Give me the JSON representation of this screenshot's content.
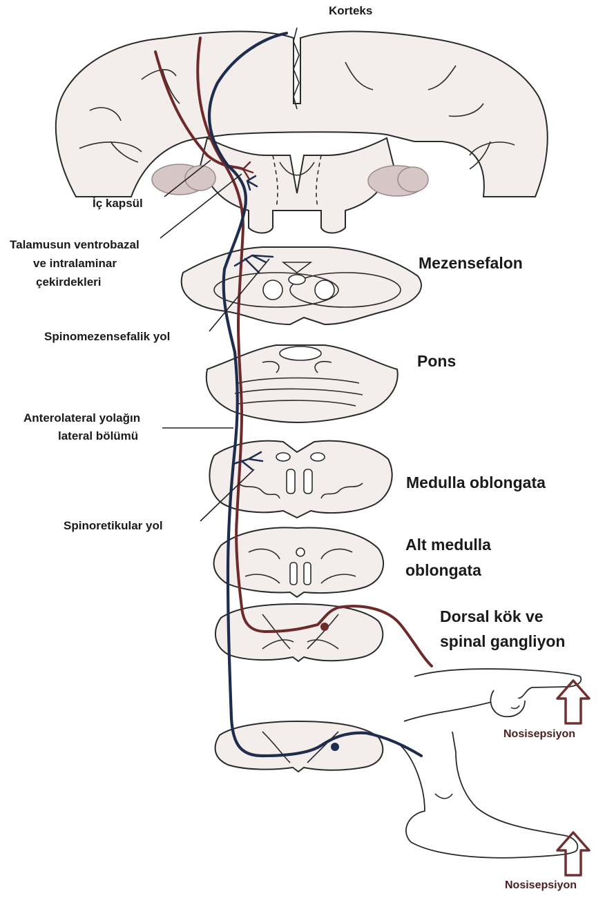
{
  "labels": {
    "korteks": "Korteks",
    "ic_kapsul": "İç kapsül",
    "talamus_line1": "Talamusun ventrobazal",
    "talamus_line2": "ve intralaminar",
    "talamus_line3": "çekirdekleri",
    "mezensefalon": "Mezensefalon",
    "spinomezensefalik": "Spinomezensefalik yol",
    "pons": "Pons",
    "anterolateral_line1": "Anterolateral yolağın",
    "anterolateral_line2": "lateral bölümü",
    "medulla_oblongata": "Medulla oblongata",
    "spinoretikular": "Spinoretikular yol",
    "alt_medulla_line1": "Alt medulla",
    "alt_medulla_line2": "oblongata",
    "dorsal_line1": "Dorsal kök ve",
    "dorsal_line2": "spinal gangliyon",
    "nosisepsiyon_hand": "Nosisepsiyon",
    "nosisepsiyon_foot": "Nosisepsiyon"
  },
  "colors": {
    "fast_pathway": "#6e2a2a",
    "slow_pathway": "#1e2d4e",
    "tissue": "#f3eeec",
    "basal_ganglia": "#d7c6c6",
    "stimulus_arrow": "#6e3030"
  },
  "icons": {
    "stimulus_arrow": "up-arrow-icon"
  }
}
